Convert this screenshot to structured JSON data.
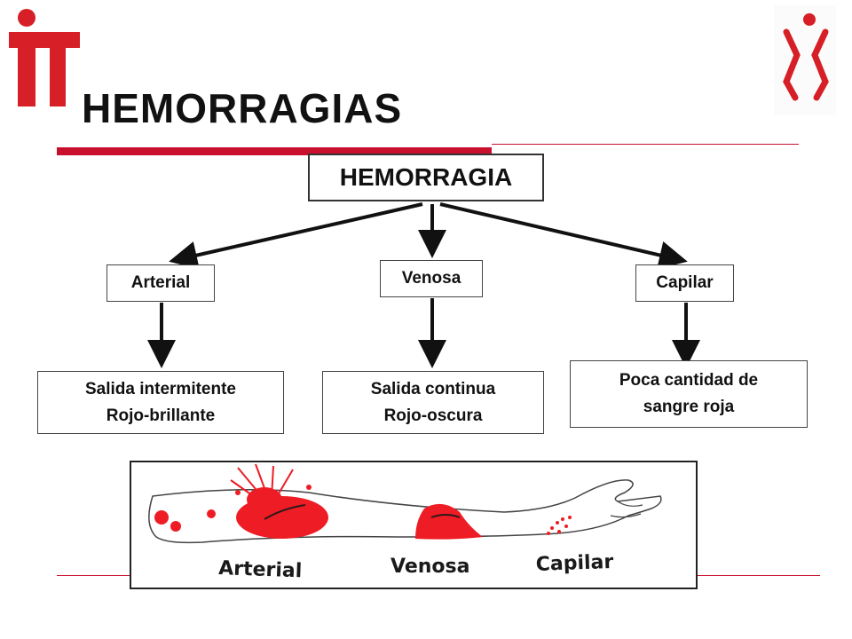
{
  "slide": {
    "title": "HEMORRAGIAS"
  },
  "logo": {
    "left_letters": "IT"
  },
  "diagram": {
    "root": "HEMORRAGIA",
    "categories": [
      {
        "label": "Arterial",
        "details": [
          "Salida intermitente",
          "Rojo-brillante"
        ]
      },
      {
        "label": "Venosa",
        "details": [
          "Salida continua",
          "Rojo-oscura"
        ]
      },
      {
        "label": "Capilar",
        "details": [
          "Poca cantidad de",
          "sangre roja"
        ]
      }
    ]
  },
  "illustration": {
    "labels": [
      "Arterial",
      "Venosa",
      "Capilar"
    ]
  },
  "colors": {
    "accent": "#c8102e",
    "blood": "#ee1c24",
    "text": "#111111"
  }
}
